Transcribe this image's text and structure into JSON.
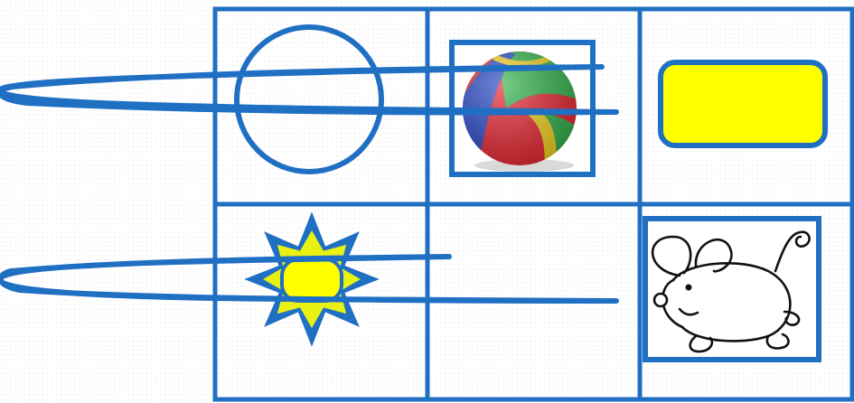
{
  "colors": {
    "stroke": "#1f6fc3",
    "yellow": "#ffff00",
    "star_fill": "#1f6fc3",
    "ball_red": "#e8242f",
    "ball_green": "#2fb24a",
    "ball_blue": "#2446c6",
    "ball_yellow": "#f4d21c",
    "mouse_line": "#111111"
  },
  "grid": {
    "rows": 2,
    "cols": 3
  },
  "cells": [
    {
      "row": 1,
      "col": 1,
      "content": "circle-outline-icon"
    },
    {
      "row": 1,
      "col": 2,
      "content": "ball-image"
    },
    {
      "row": 1,
      "col": 3,
      "content": "yellow-rounded-rectangle"
    },
    {
      "row": 2,
      "col": 1,
      "content": "star-with-yellow-center-icon"
    },
    {
      "row": 2,
      "col": 2,
      "content": "empty"
    },
    {
      "row": 2,
      "col": 3,
      "content": "mouse-drawing-image"
    }
  ],
  "connectors": [
    {
      "name": "loop-connector-top",
      "links": [
        "circle-outline-icon",
        "ball-image"
      ]
    },
    {
      "name": "loop-connector-bottom",
      "links": [
        "star-with-yellow-center-icon",
        "empty"
      ]
    }
  ]
}
